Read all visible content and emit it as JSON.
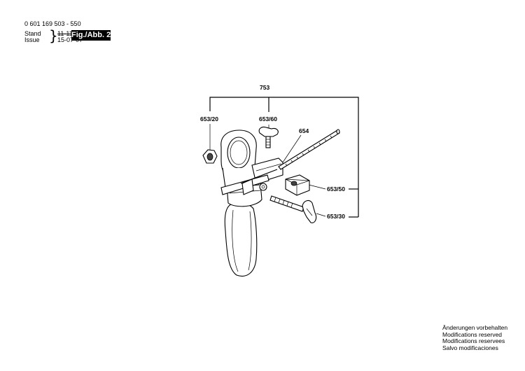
{
  "header": {
    "doc_number": "0 601 169 503 - 550",
    "stand_label": "Stand",
    "issue_label": "Issue",
    "stand_value": "11-11",
    "issue_value": "15-07-07",
    "fig_label": "Fig./Abb. 2"
  },
  "callouts": {
    "c753": "753",
    "c653_20": "653/20",
    "c653_60": "653/60",
    "c654": "654",
    "c653_50": "653/50",
    "c653_30": "653/30"
  },
  "footer": {
    "line1": "Änderungen vorbehalten",
    "line2": "Modifications reserved",
    "line3": "Modifications reservees",
    "line4": "Salvo modificaciones"
  }
}
